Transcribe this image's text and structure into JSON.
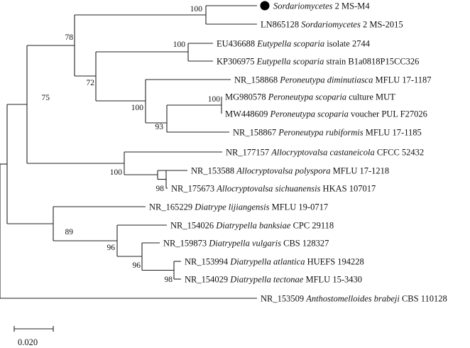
{
  "taxa": [
    {
      "accession": "",
      "genus_species": "Sordariomycetes",
      "rest": " 2 MS-M4",
      "highlight": true
    },
    {
      "accession": "LN865128 ",
      "genus_species": "Sordariomycetes",
      "rest": " 2 MS-2015",
      "highlight": false
    },
    {
      "accession": "EU436688 ",
      "genus_species": "Eutypella scoparia",
      "rest": " isolate 2744",
      "highlight": false
    },
    {
      "accession": "KP306975 ",
      "genus_species": "Eutypella scoparia",
      "rest": " strain B1a0818P15CC326",
      "highlight": false
    },
    {
      "accession": "NR_158868 ",
      "genus_species": "Peroneutypa diminutiasca",
      "rest": " MFLU 17-1187",
      "highlight": false
    },
    {
      "accession": "MG980578 ",
      "genus_species": "Peroneutypa scoparia",
      "rest": " culture MUT",
      "highlight": false
    },
    {
      "accession": "MW448609 ",
      "genus_species": "Peroneutypa scoparia",
      "rest": " voucher PUL F27026",
      "highlight": false
    },
    {
      "accession": "NR_158867 ",
      "genus_species": "Peroneutypa rubiformis",
      "rest": " MFLU 17-1185",
      "highlight": false
    },
    {
      "accession": "NR_177157 ",
      "genus_species": "Allocryptovalsa castaneicola",
      "rest": " CFCC 52432",
      "highlight": false
    },
    {
      "accession": "NR_153588 ",
      "genus_species": "Allocryptovalsa polyspora",
      "rest": " MFLU 17-1218",
      "highlight": false
    },
    {
      "accession": "NR_175673 ",
      "genus_species": "Allocryptovalsa sichuanensis",
      "rest": " HKAS 107017",
      "highlight": false
    },
    {
      "accession": "NR_165229 ",
      "genus_species": "Diatrype lijiangensis",
      "rest": " MFLU 19-0717",
      "highlight": false
    },
    {
      "accession": "NR_154026 ",
      "genus_species": "Diatrypella banksiae",
      "rest": " CPC 29118",
      "highlight": false
    },
    {
      "accession": "NR_159873 ",
      "genus_species": "Diatrypella vulgaris",
      "rest": " CBS 128327",
      "highlight": false
    },
    {
      "accession": "NR_153994 ",
      "genus_species": "Diatrypella atlantica",
      "rest": " HUEFS 194228",
      "highlight": false
    },
    {
      "accession": "NR_154029 ",
      "genus_species": "Diatrypella tectonae",
      "rest": " MFLU 15-3430",
      "highlight": false
    },
    {
      "accession": "NR_153509 ",
      "genus_species": "Anthostomelloides brabeji",
      "rest": " CBS 110128",
      "highlight": false
    }
  ],
  "support_values": [
    "100",
    "78",
    "100",
    "72",
    "100",
    "100",
    "93",
    "75",
    "100",
    "98",
    "89",
    "96",
    "96",
    "98"
  ],
  "scale_bar_label": "0.020",
  "colors": {
    "line": "#222222",
    "text": "#111111",
    "marker": "#000000"
  }
}
